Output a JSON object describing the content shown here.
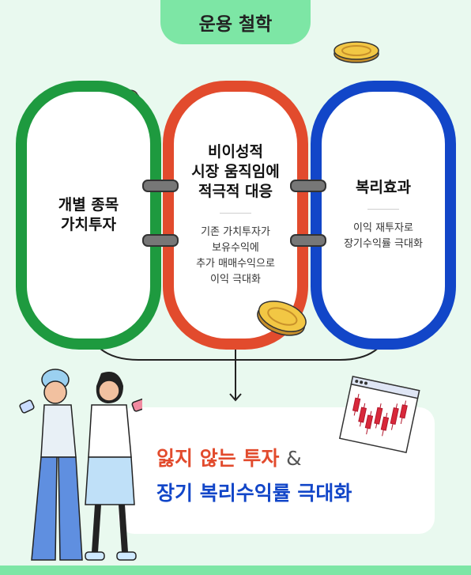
{
  "header": {
    "title": "운용 철학"
  },
  "rings": [
    {
      "title_lines": [
        "개별 종목",
        "가치투자"
      ],
      "desc_lines": []
    },
    {
      "title_lines": [
        "비이성적",
        "시장 움직임에",
        "적극적 대응"
      ],
      "desc_lines": [
        "기존 가치투자가",
        "보유수익에",
        "추가 매매수익으로",
        "이익 극대화"
      ]
    },
    {
      "title_lines": [
        "복리효과"
      ],
      "desc_lines": [
        "이익 재투자로",
        "장기수익률 극대화"
      ]
    }
  ],
  "result": {
    "line1": "잃지 않는 투자",
    "amp": "&",
    "line2": "장기 복리수익률 극대화"
  },
  "colors": {
    "green": "#1e9a3f",
    "red": "#e24b2d",
    "blue": "#1246c8",
    "mint": "#7de6a5"
  },
  "icons": [
    "coin-icon",
    "chart-window-icon",
    "person-illustration"
  ]
}
